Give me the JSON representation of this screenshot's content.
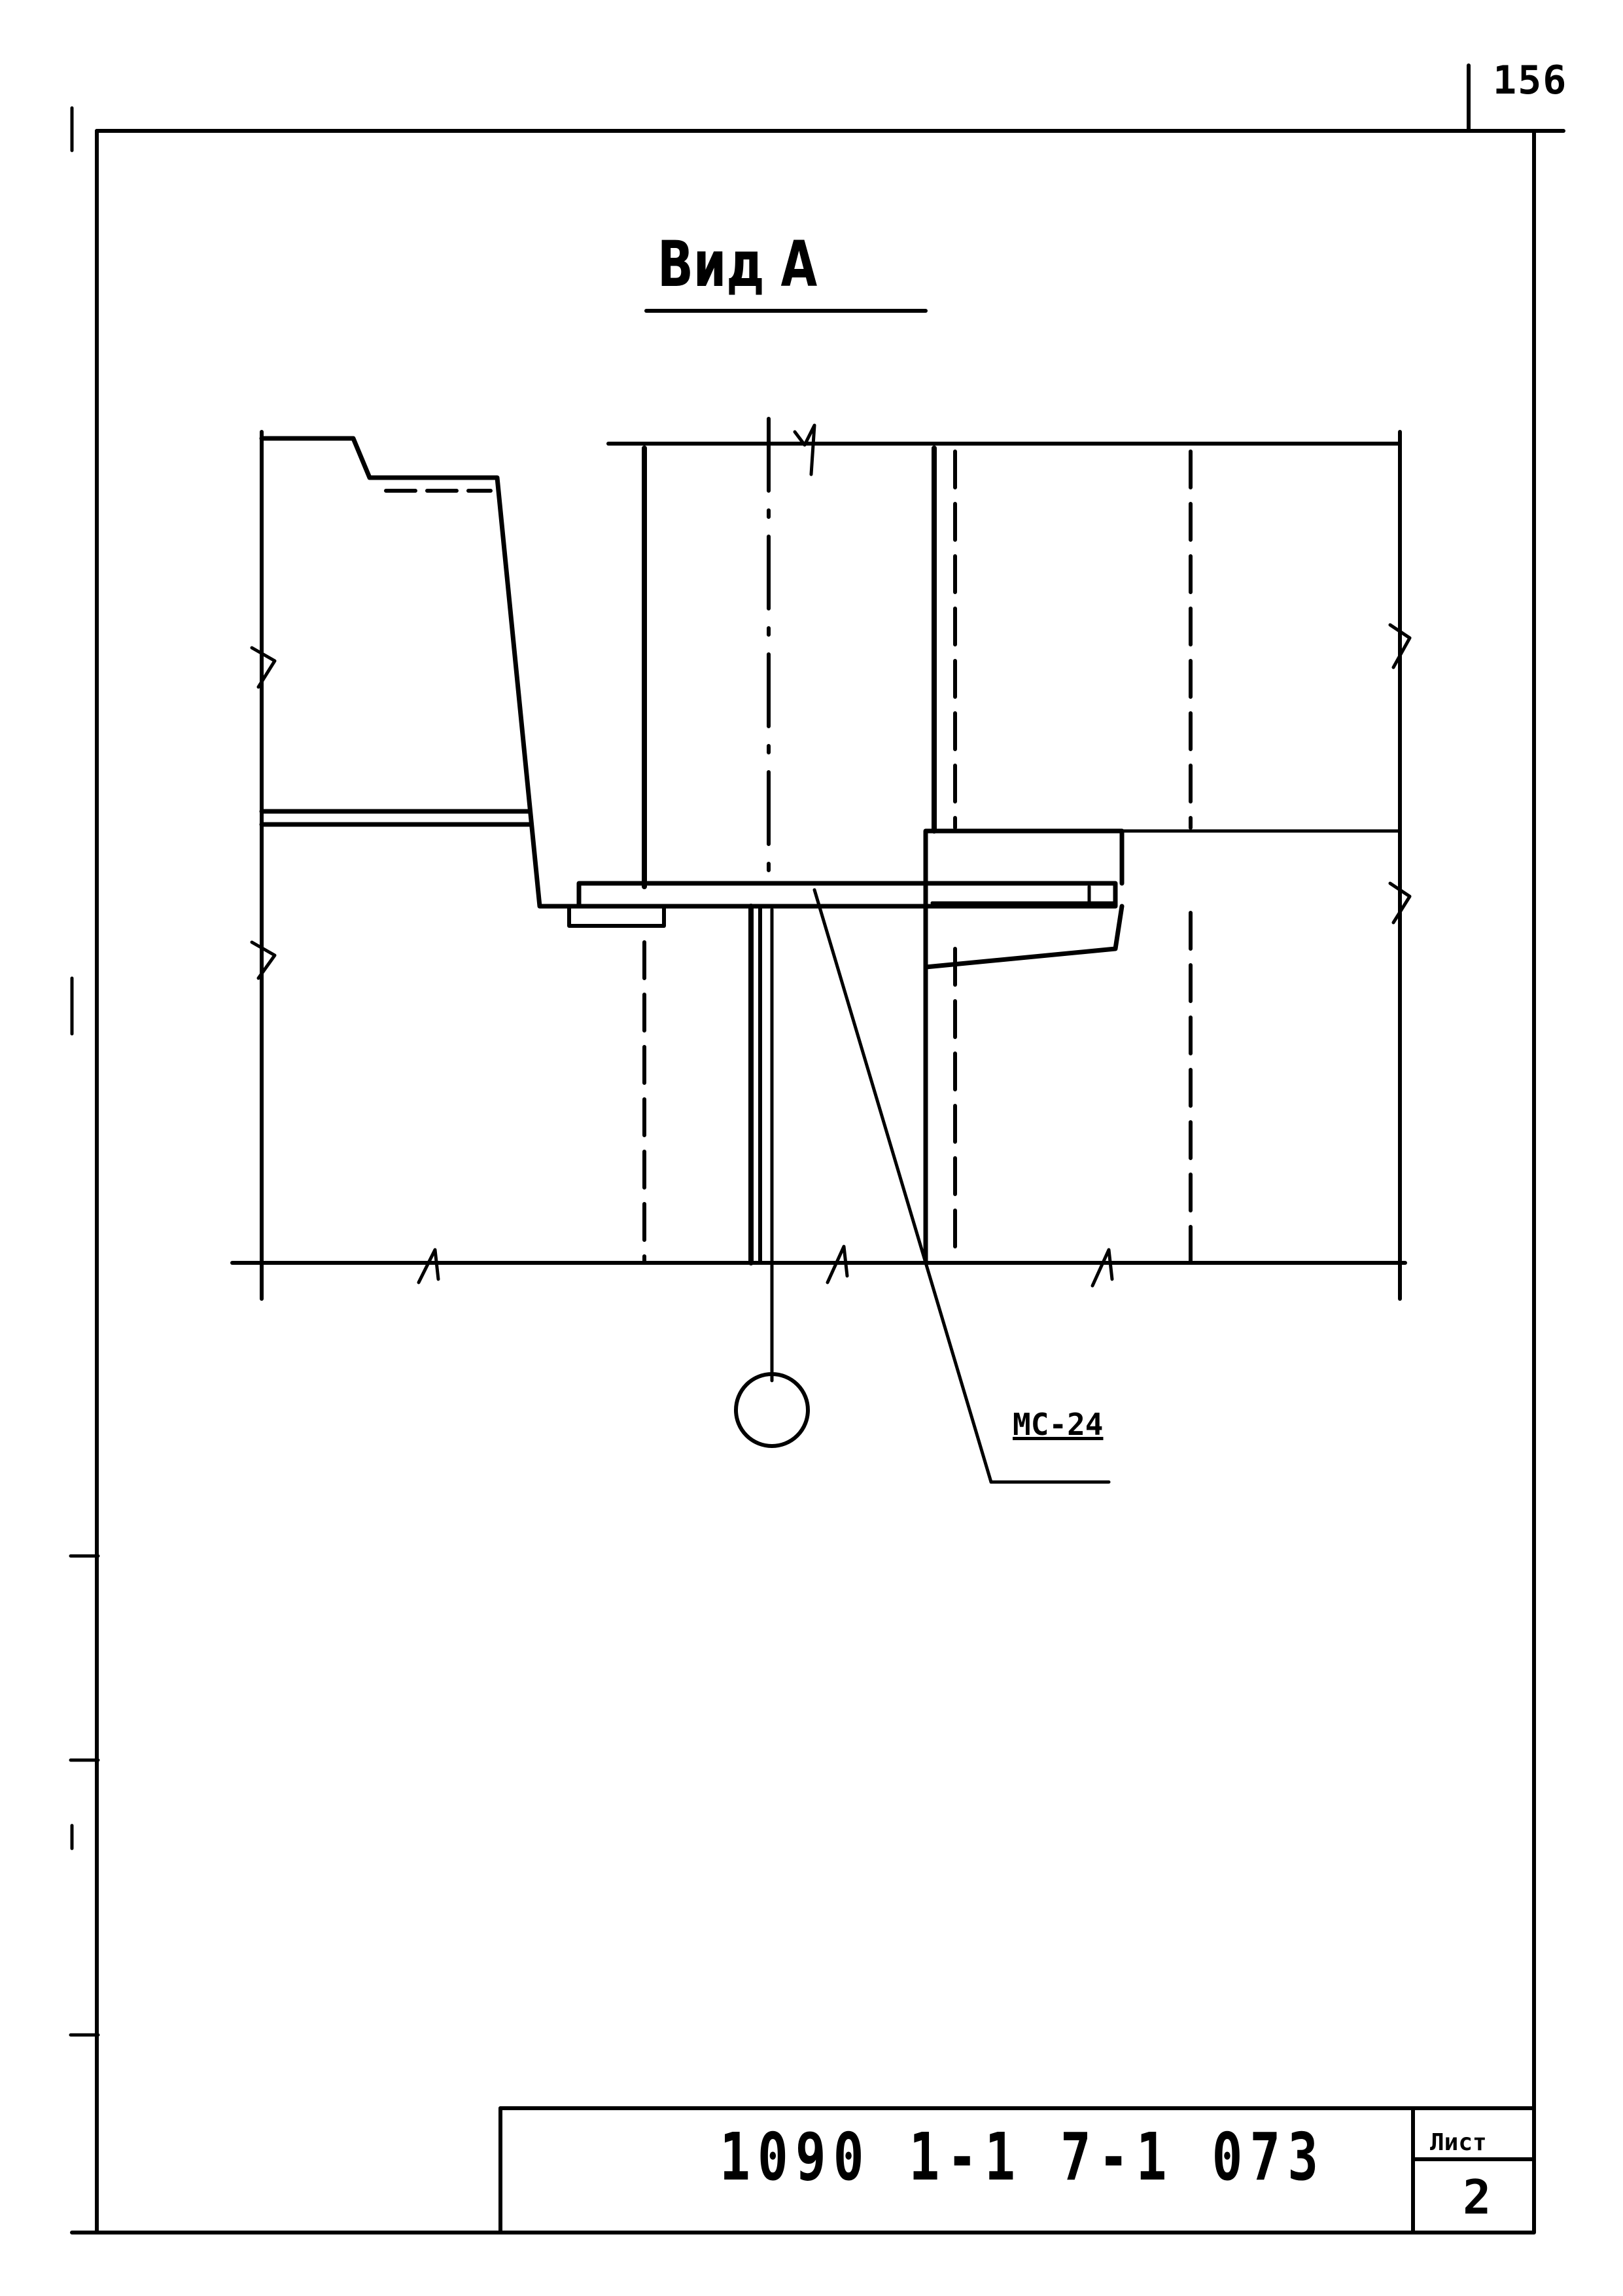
{
  "page_number": "156",
  "view_title": "Вид А",
  "callout_mark": "МС-24",
  "title_block": {
    "document_code": "1090 1-1 7-1 073",
    "sheet_label": "Лист",
    "sheet_number": "2"
  }
}
